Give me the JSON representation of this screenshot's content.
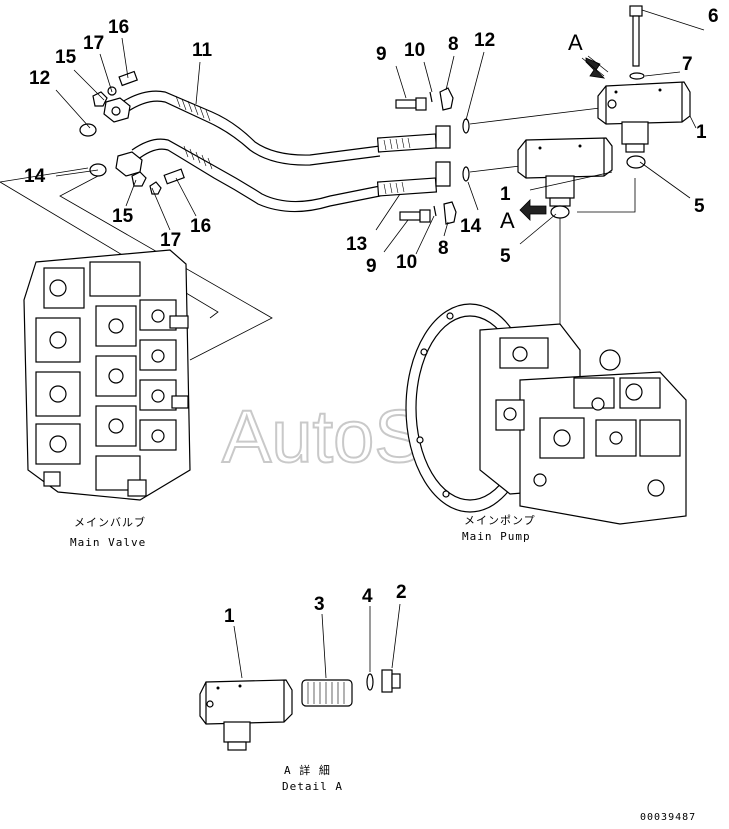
{
  "labels": {
    "top": [
      "1",
      "1",
      "5",
      "5",
      "6",
      "7",
      "8",
      "8",
      "9",
      "9",
      "10",
      "10",
      "11",
      "12",
      "12",
      "13",
      "14",
      "14",
      "15",
      "15",
      "16",
      "16",
      "17",
      "17"
    ],
    "detail": [
      "1",
      "3",
      "4",
      "2"
    ]
  },
  "view_markers": {
    "a_upper": "A",
    "a_lower": "A"
  },
  "captions": {
    "main_valve_jp": "メインバルブ",
    "main_valve_en": "Main Valve",
    "main_pump_jp": "メインポンプ",
    "main_pump_en": "Main Pump",
    "detail_jp": "A 詳 細",
    "detail_en": "Detail A"
  },
  "watermark": "AutoSoft",
  "drawing_number": "00039487"
}
